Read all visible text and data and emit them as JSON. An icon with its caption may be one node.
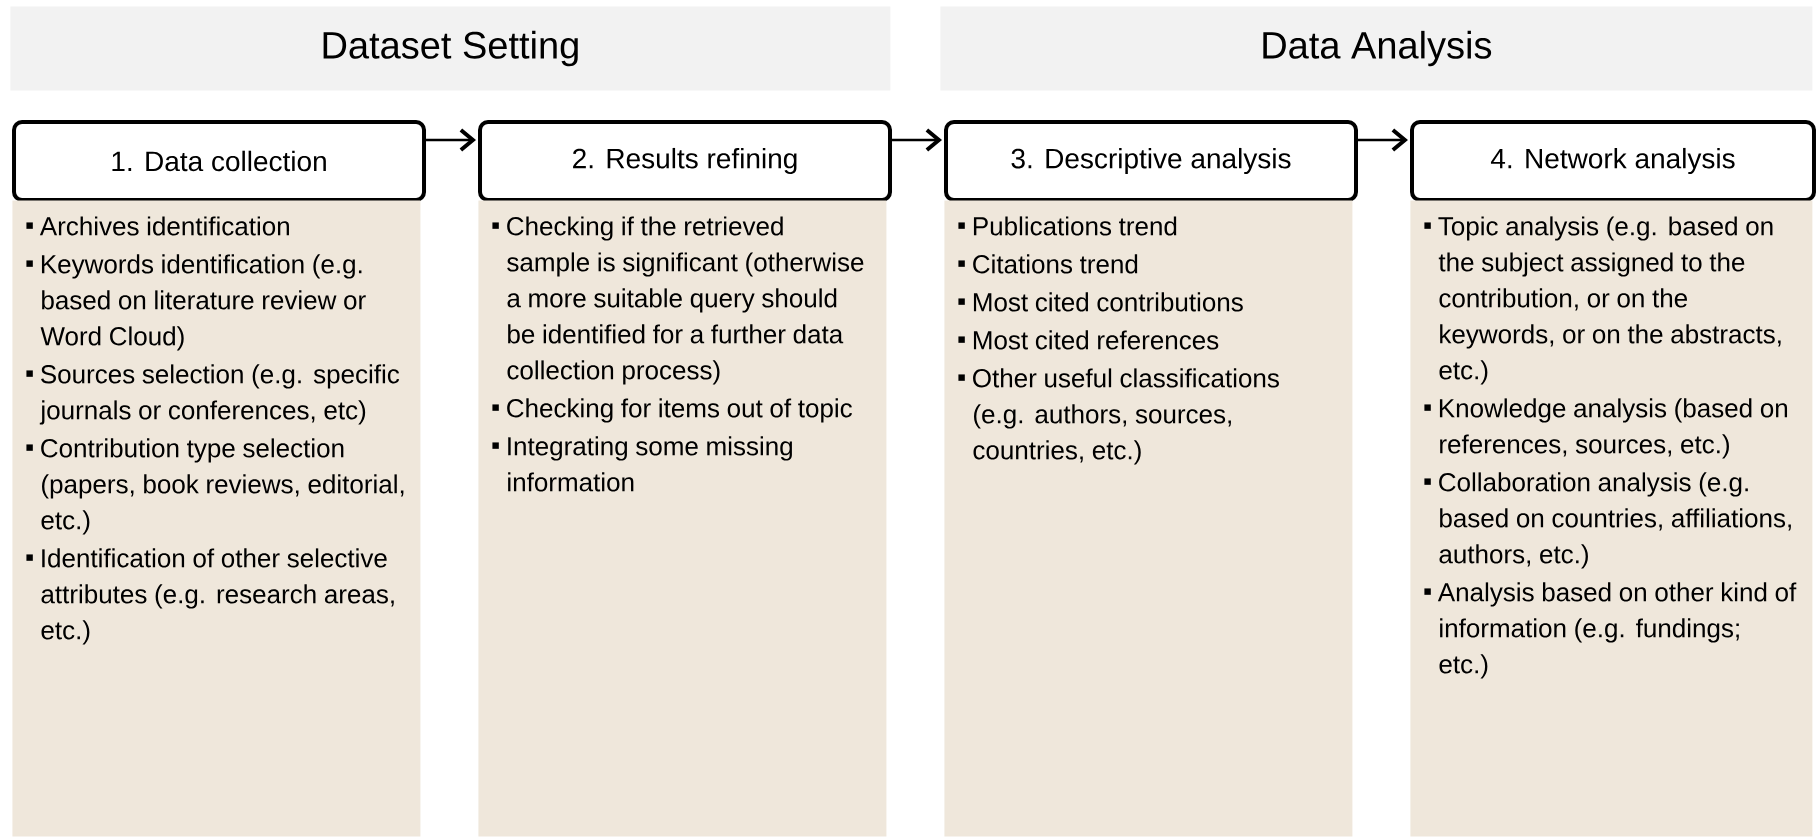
{
  "diagram": {
    "nodes": [
      {
        "text": [
          "Dataset Setting"
        ]
      },
      {
        "text": [
          "Data Analysis"
        ]
      },
      {
        "text": [
          "1. Data collection"
        ]
      },
      {
        "text": [
          "2. Results refining"
        ]
      },
      {
        "text": [
          "3. Descriptive analysis"
        ]
      },
      {
        "text": [
          "4. Network analysis"
        ]
      },
      {
        "text": [
          "Archives identification",
          "Keywords identification (e.g. based on literature review or Word Cloud)",
          "Sources selection (e.g. specific journals or conferences, etc)",
          "Contribution type selection (papers, book reviews, editorial, etc.)",
          "Identification of other selective attributes (e.g. research areas, etc.)"
        ]
      },
      {
        "text": [
          "Checking if the retrieved sample is significant (otherwise a more suitable query should be identified for a further data collection process)",
          "Checking for items out of topic",
          "Integrating some missing information"
        ]
      },
      {
        "text": [
          "Publications trend",
          "Citations trend",
          "Most cited contributions",
          "Most cited references",
          "Other useful classifications (e.g. authors, sources, countries, etc.)"
        ]
      },
      {
        "text": [
          "Topic analysis (e.g. based on the subject assigned to the contribution, or on the keywords, or on the abstracts, etc.)",
          "Knowledge analysis (based on references, sources, etc.)",
          "Collaboration analysis (e.g. based on countries, affiliations, authors, etc.)",
          "Analysis based on other kind of information (e.g. fundings; etc.)"
        ]
      }
    ],
    "edges": [
      {
        "from": 2,
        "to": 3,
        "arrow": "to"
      },
      {
        "from": 3,
        "to": 4,
        "arrow": "to"
      },
      {
        "from": 4,
        "to": 5,
        "arrow": "to"
      }
    ]
  }
}
